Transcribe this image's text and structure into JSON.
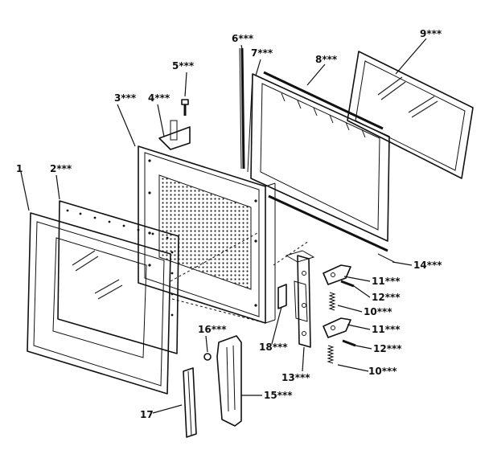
{
  "callouts": [
    {
      "id": "c1",
      "text": "1"
    },
    {
      "id": "c2",
      "text": "2***"
    },
    {
      "id": "c3",
      "text": "3***"
    },
    {
      "id": "c4",
      "text": "4***"
    },
    {
      "id": "c5",
      "text": "5***"
    },
    {
      "id": "c6",
      "text": "6***"
    },
    {
      "id": "c7",
      "text": "7***"
    },
    {
      "id": "c8",
      "text": "8***"
    },
    {
      "id": "c9",
      "text": "9***"
    },
    {
      "id": "c10a",
      "text": "10***"
    },
    {
      "id": "c10b",
      "text": "10***"
    },
    {
      "id": "c11a",
      "text": "11***"
    },
    {
      "id": "c11b",
      "text": "11***"
    },
    {
      "id": "c12a",
      "text": "12***"
    },
    {
      "id": "c12b",
      "text": "12***"
    },
    {
      "id": "c13",
      "text": "13***"
    },
    {
      "id": "c14",
      "text": "14***"
    },
    {
      "id": "c15",
      "text": "15***"
    },
    {
      "id": "c16",
      "text": "16***"
    },
    {
      "id": "c17",
      "text": "17"
    },
    {
      "id": "c18",
      "text": "18***"
    }
  ]
}
